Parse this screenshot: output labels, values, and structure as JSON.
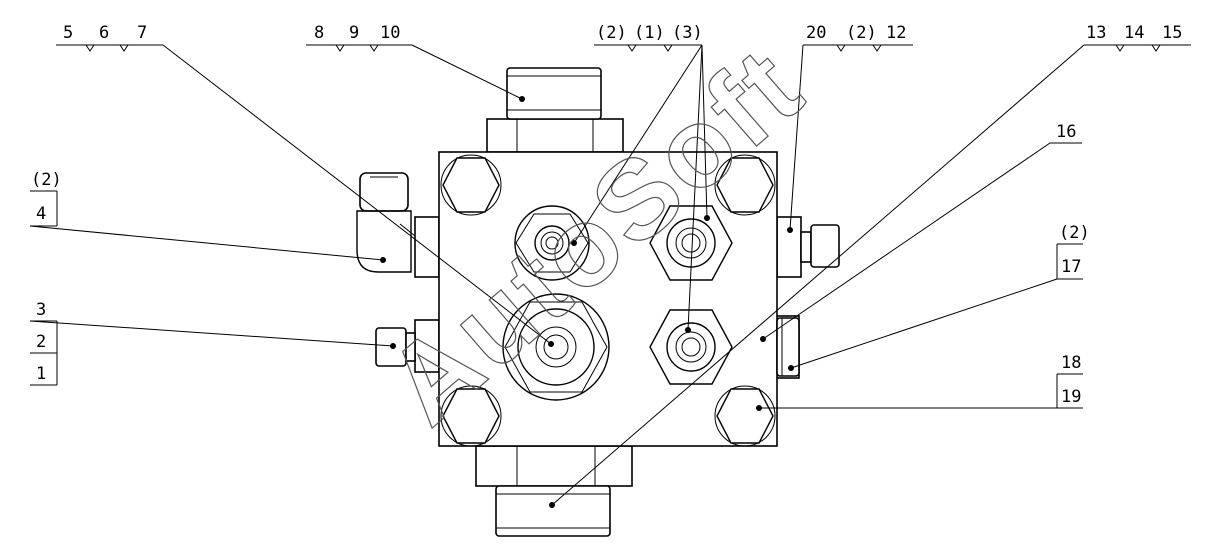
{
  "watermark": "AutoSoft",
  "callouts": {
    "c1": {
      "a": "5",
      "b": "6",
      "c": "7"
    },
    "c2": {
      "a": "8",
      "b": "9",
      "c": "10"
    },
    "c3": {
      "a": "(2)",
      "b": "(1)",
      "c": "(3)"
    },
    "c4": {
      "a": "20",
      "b": "(2)",
      "c": "12"
    },
    "c5": {
      "a": "13",
      "b": "14",
      "c": "15"
    },
    "c6": {
      "a": "16"
    },
    "c7": {
      "a": "(2)",
      "b": "4"
    },
    "c8": {
      "a": "3",
      "b": "2",
      "c": "1"
    },
    "c9": {
      "a": "(2)",
      "b": "17"
    },
    "c10": {
      "a": "18",
      "b": "19"
    }
  }
}
